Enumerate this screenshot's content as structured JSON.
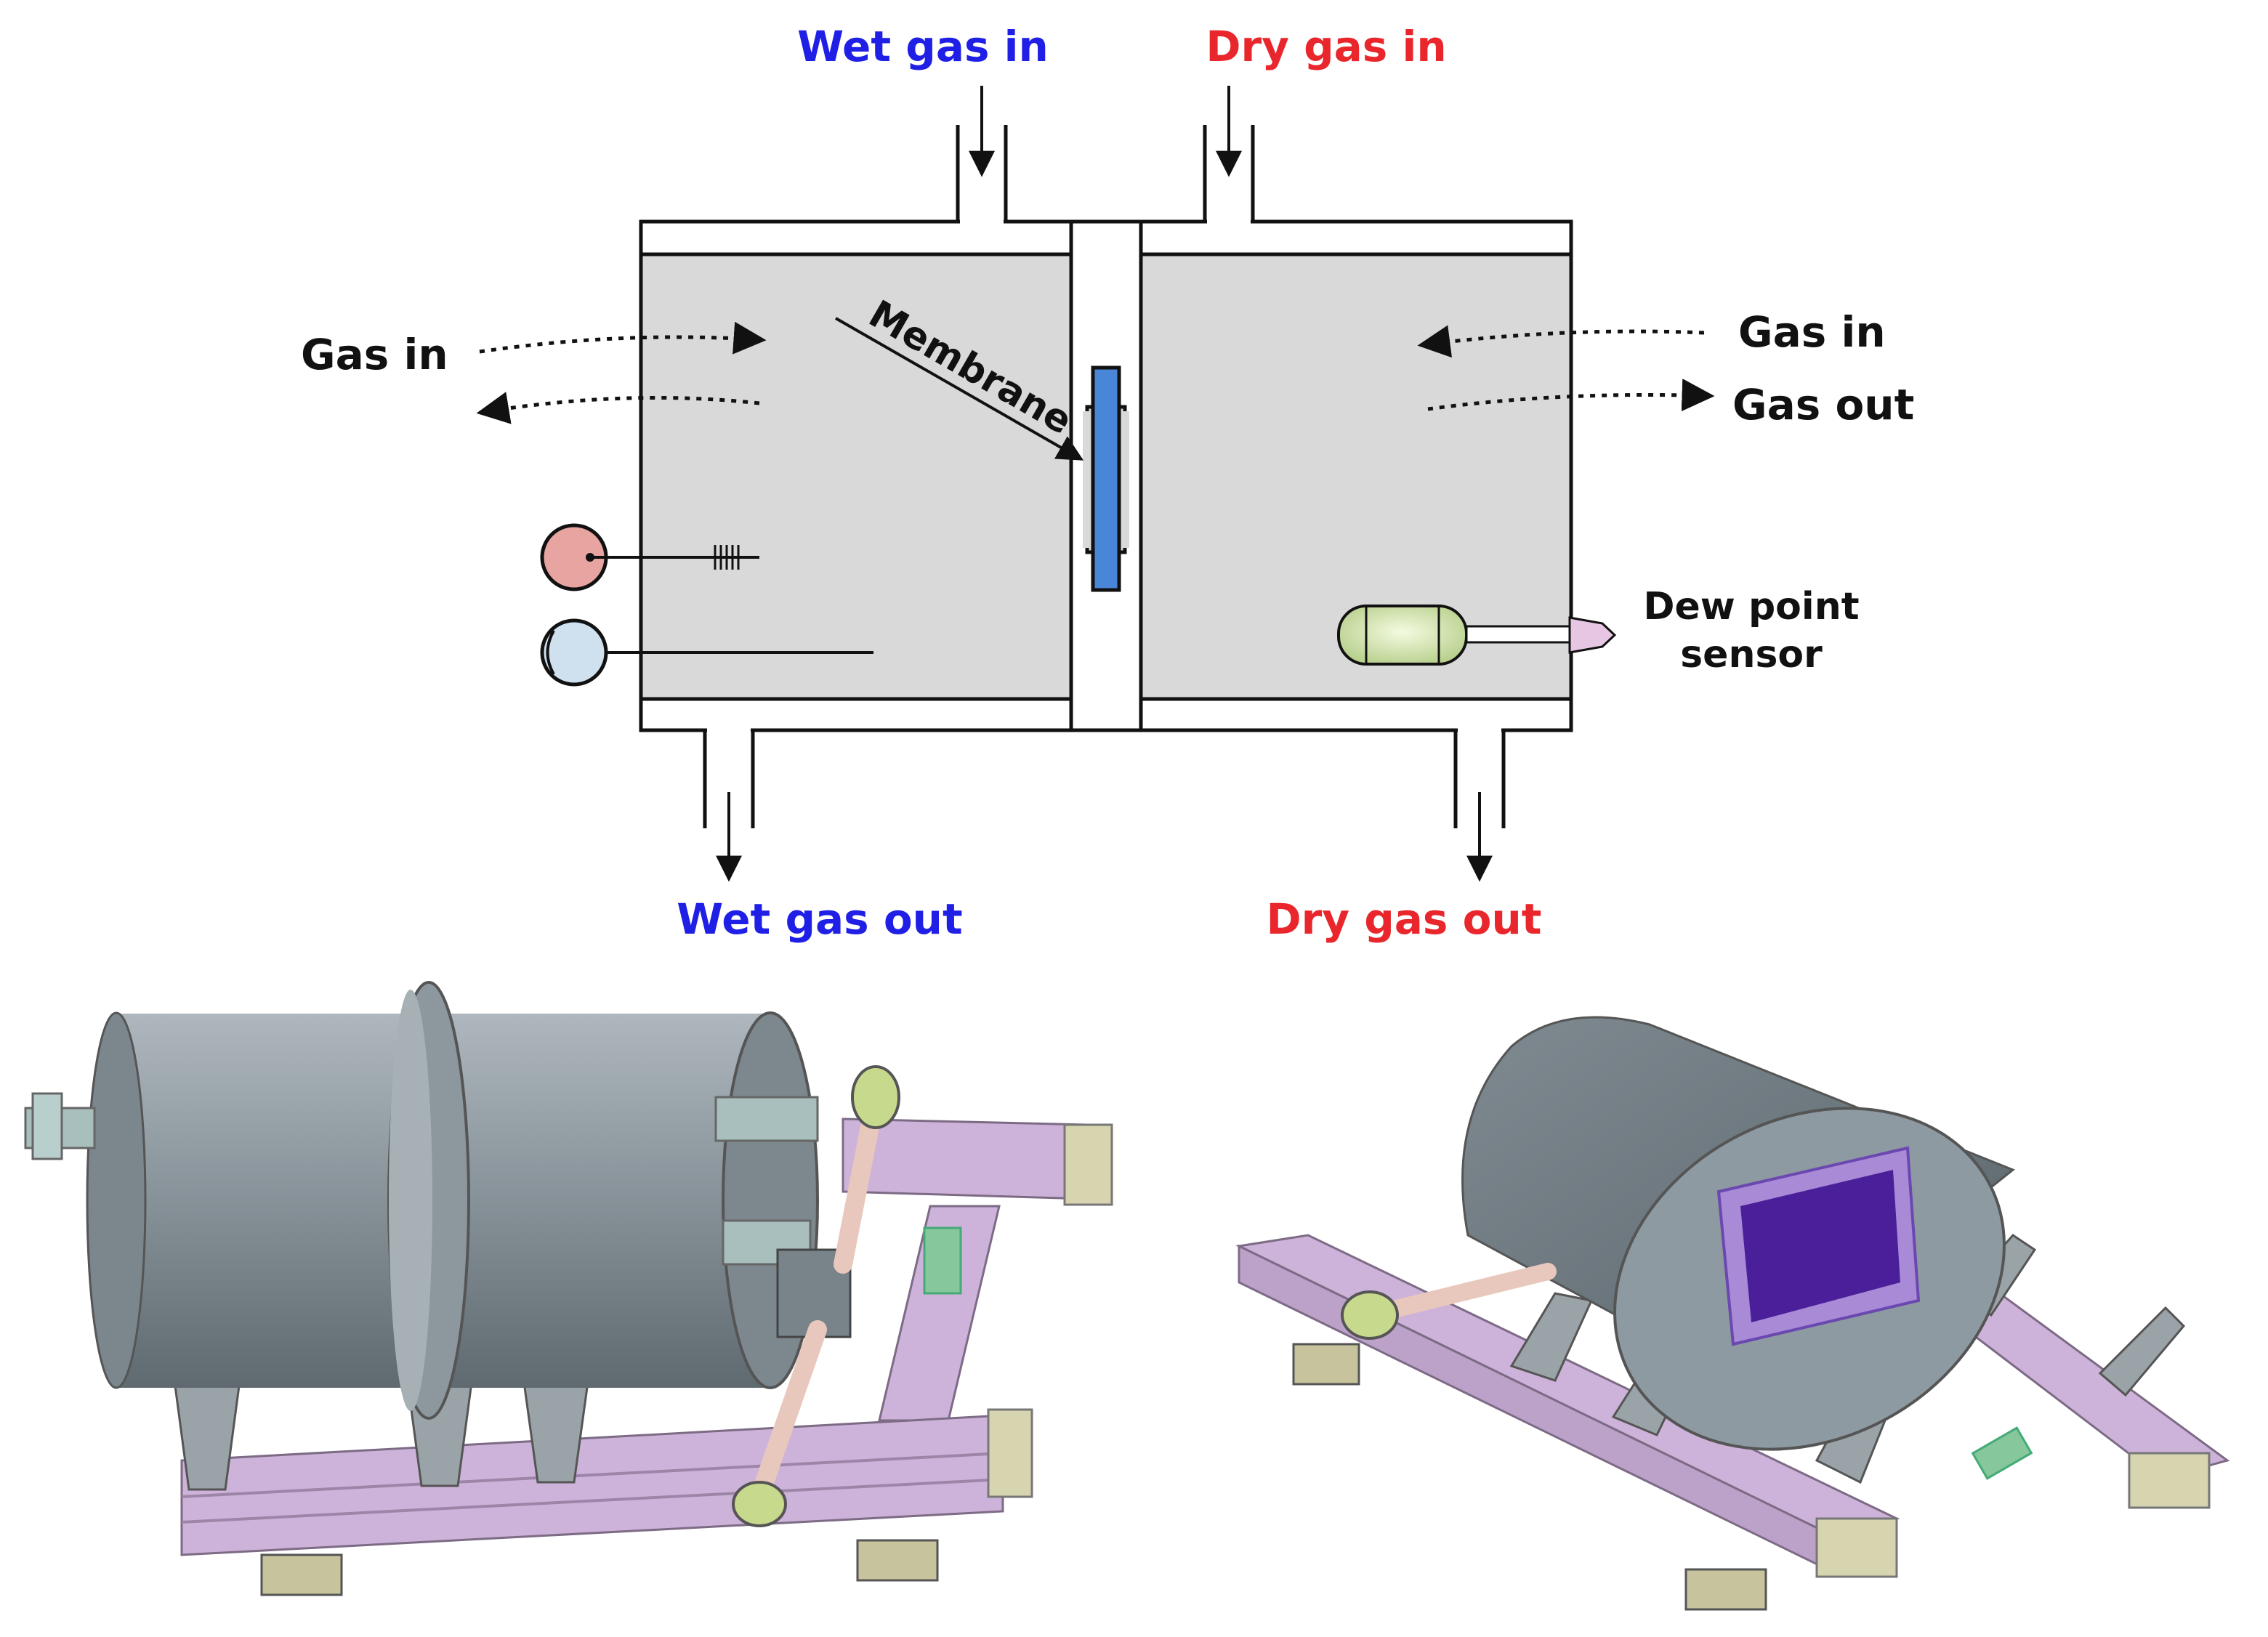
{
  "labels": {
    "wet_gas_in": "Wet gas in",
    "dry_gas_in": "Dry gas in",
    "wet_gas_out": "Wet gas out",
    "dry_gas_out": "Dry gas out",
    "gas_in_left": "Gas in",
    "gas_in_right": "Gas in",
    "gas_out_right": "Gas out",
    "membrane": "Membrane",
    "dew_point_line1": "Dew point",
    "dew_point_line2": "sensor"
  },
  "colors": {
    "wet": "#1f1fe6",
    "dry": "#e8262b",
    "chamber_fill": "#d9d9d9",
    "membrane": "#4a86d8",
    "rail": "#cdb3d9",
    "vessel": "#8f9aa1",
    "window": "#4b1f9a"
  },
  "icons": [
    "temperature-gauge-icon",
    "pressure-gauge-icon",
    "dew-point-sensor-icon"
  ]
}
